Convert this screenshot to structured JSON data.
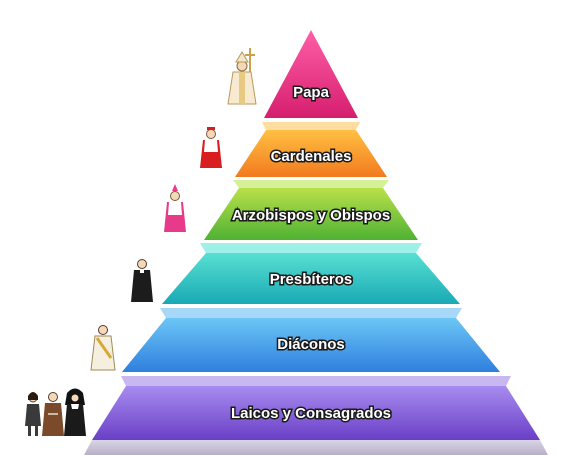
{
  "diagram": {
    "type": "pyramid",
    "tiers": [
      {
        "label": "Papa",
        "color": "#e6307e",
        "icon": "pope-figure-icon"
      },
      {
        "label": "Cardenales",
        "color": "#f59a2c",
        "icon": "cardinal-figure-icon"
      },
      {
        "label": "Arzobispos y Obispos",
        "color": "#8bcb3b",
        "icon": "bishop-figure-icon"
      },
      {
        "label": "Presbíteros",
        "color": "#2ec6c0",
        "icon": "priest-figure-icon"
      },
      {
        "label": "Diáconos",
        "color": "#3a9ee6",
        "icon": "deacon-figure-icon"
      },
      {
        "label": "Laicos y Consagrados",
        "color": "#8a5fd6",
        "icon": "laity-and-religious-figures-icon"
      }
    ]
  }
}
